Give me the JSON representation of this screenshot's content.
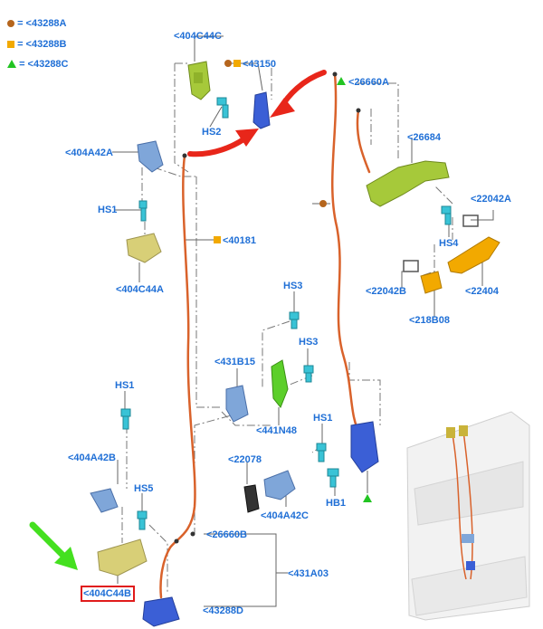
{
  "legend": [
    {
      "symbol": "circle",
      "color": "#b5651d",
      "text": "= <43288A"
    },
    {
      "symbol": "square",
      "color": "#f2a900",
      "text": "= <43288B"
    },
    {
      "symbol": "triangle",
      "color": "#22c422",
      "text": "= <43288C"
    }
  ],
  "labels": {
    "c404C44C": "<404C44C",
    "c43150": "<43150",
    "c26660A": "<26660A",
    "hs2": "HS2",
    "c404A42A_top": "<404A42A",
    "c26684": "<26684",
    "hs1_top": "HS1",
    "c22042A": "<22042A",
    "c40181": "<40181",
    "hs4": "HS4",
    "c404C44A": "<404C44A",
    "c22042B": "<22042B",
    "c22404": "<22404",
    "c218B08": "<218B08",
    "hs3_a": "HS3",
    "hs3_b": "HS3",
    "c431B15": "<431B15",
    "hs1_mid": "HS1",
    "c441N48": "<441N48",
    "hs1_right": "HS1",
    "c404A42B": "<404A42B",
    "c22078": "<22078",
    "hb1": "HB1",
    "hs5": "HS5",
    "c404A42C": "<404A42C",
    "c26660B": "<26660B",
    "c431A03": "<431A03",
    "c404C44B": "<404C44B",
    "c43288D": "<43288D"
  },
  "colors": {
    "label": "#1f6fd6",
    "cable": "#d9622b",
    "highlight": "#e01b1b",
    "arrow_red": "#e8261a",
    "arrow_green": "#44e01f",
    "part_yellow_green": "#a6c93a",
    "part_blue": "#3b5fd6",
    "part_lightblue": "#7fa6d9",
    "part_cyan": "#39c3d6",
    "part_tan": "#d8cf77",
    "part_orange": "#f2a900"
  }
}
